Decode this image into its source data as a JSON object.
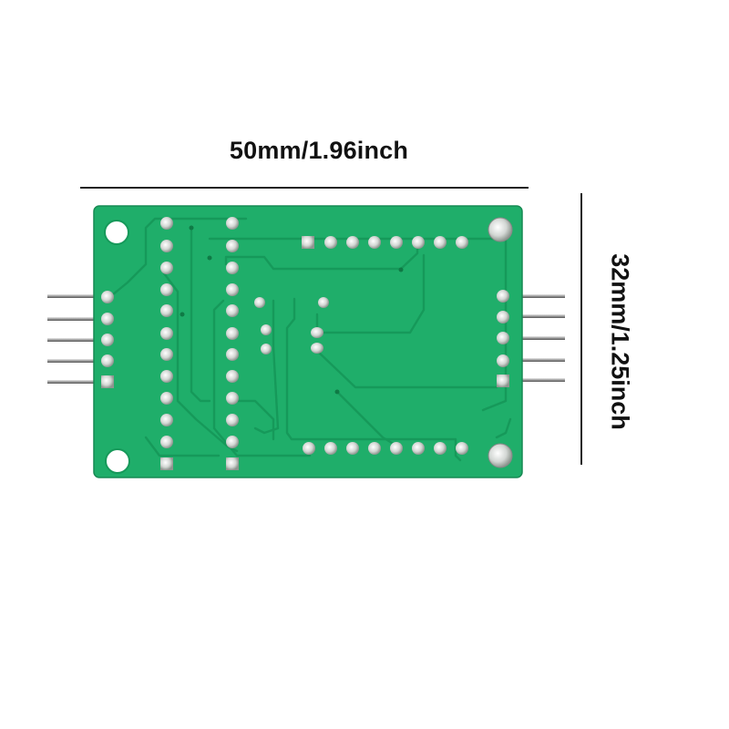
{
  "dimensions": {
    "width_label": "50mm/1.96inch",
    "height_label": "32mm/1.25inch"
  },
  "colors": {
    "pcb_green": "#1fae6a",
    "trace_green": "#17945a",
    "pad_silver": "#d8dcd9",
    "background": "#ffffff"
  },
  "board": {
    "left_header_pins": 5,
    "right_header_pins": 5,
    "top_pad_row": 8,
    "bottom_pad_row": 8,
    "mounting_holes": 4
  }
}
